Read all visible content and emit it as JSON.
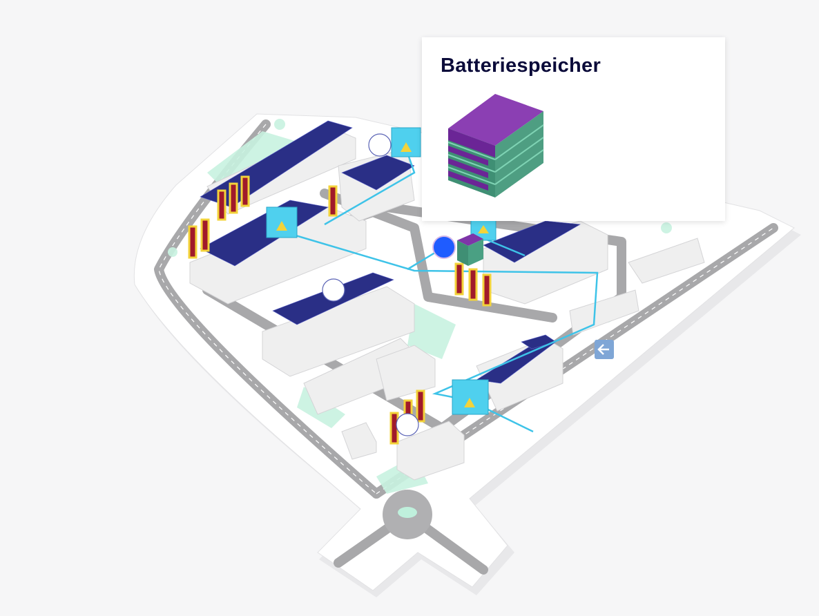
{
  "tooltip": {
    "title": "Batteriespeicher",
    "image_icon": "battery-storage-icon"
  },
  "map": {
    "markers": [
      {
        "name": "map-marker-transformer-north",
        "state": "inactive"
      },
      {
        "name": "map-marker-solar-center",
        "state": "inactive"
      },
      {
        "name": "map-marker-charging-south",
        "state": "inactive"
      },
      {
        "name": "map-marker-battery-storage",
        "state": "active"
      }
    ],
    "back_button_icon": "arrow-left-icon"
  },
  "colors": {
    "background": "#f6f6f7",
    "active_marker": "#1f5cff",
    "cable": "#3ec3e8",
    "transformer": "#4fd0ee",
    "solar": "#2a2f86",
    "battery_top": "#7e35a8",
    "battery_side": "#3f8f74",
    "green_area": "#bff0dc",
    "title": "#0b0b3a"
  }
}
